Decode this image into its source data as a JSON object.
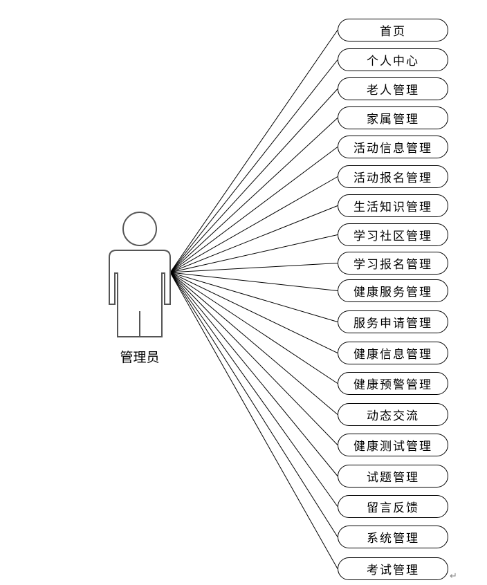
{
  "actor": {
    "label": "管理员",
    "icon": "person-icon"
  },
  "use_cases": [
    {
      "label": "首页"
    },
    {
      "label": "个人中心"
    },
    {
      "label": "老人管理"
    },
    {
      "label": "家属管理"
    },
    {
      "label": "活动信息管理"
    },
    {
      "label": "活动报名管理"
    },
    {
      "label": "生活知识管理"
    },
    {
      "label": "学习社区管理"
    },
    {
      "label": "学习报名管理"
    },
    {
      "label": "健康服务管理"
    },
    {
      "label": "服务申请管理"
    },
    {
      "label": "健康信息管理"
    },
    {
      "label": "健康预警管理"
    },
    {
      "label": "动态交流"
    },
    {
      "label": "健康测试管理"
    },
    {
      "label": "试题管理"
    },
    {
      "label": "留言反馈"
    },
    {
      "label": "系统管理"
    },
    {
      "label": "考试管理"
    }
  ],
  "paragraph_mark": "↵"
}
